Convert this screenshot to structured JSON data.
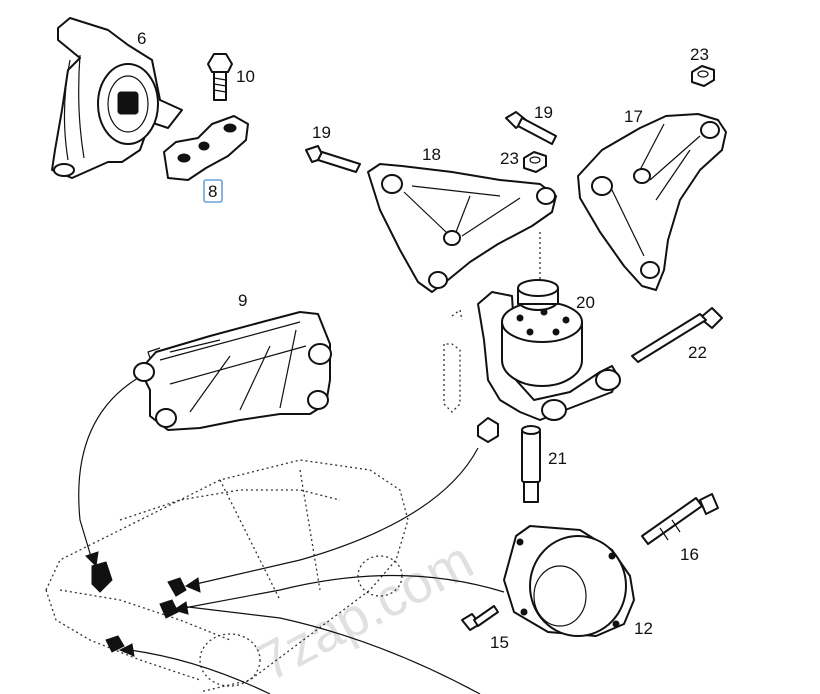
{
  "diagram": {
    "parts": [
      {
        "number": "6"
      },
      {
        "number": "10"
      },
      {
        "number": "8",
        "selected": true
      },
      {
        "number": "19"
      },
      {
        "number": "18"
      },
      {
        "number": "19"
      },
      {
        "number": "23"
      },
      {
        "number": "17"
      },
      {
        "number": "23"
      },
      {
        "number": "9"
      },
      {
        "number": "20"
      },
      {
        "number": "22"
      },
      {
        "number": "21"
      },
      {
        "number": "16"
      },
      {
        "number": "12"
      },
      {
        "number": "15"
      }
    ],
    "watermark": "7zap.com",
    "colors": {
      "line": "#111111",
      "selection": "#6aa0d8",
      "watermark": "#c8c8c8"
    }
  }
}
